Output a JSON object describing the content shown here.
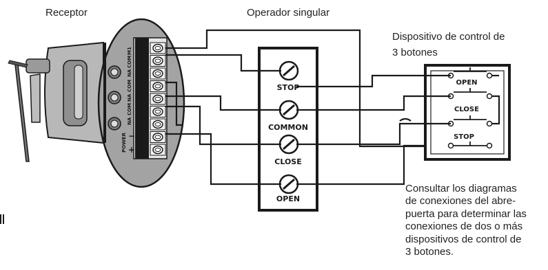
{
  "labels": {
    "receiver": "Receptor",
    "operator": "Operador singular",
    "control_line1": "Dispositivo de control de",
    "control_line2": "3 botones"
  },
  "operator_terminals": {
    "stop": "STOP",
    "common": "COMMON",
    "close": "CLOSE",
    "open": "OPEN"
  },
  "control_buttons": {
    "open": "OPEN",
    "close": "CLOSE",
    "stop": "STOP"
  },
  "receiver_labels": {
    "m1": "M1",
    "com": "COM",
    "na": "NA",
    "power": "POWER",
    "minus": "−",
    "plus": "+"
  },
  "note_lines": [
    "Consultar los diagramas",
    "de conexiones del abre-",
    "puerta para determinar las",
    "conexiones de dos o más",
    "dispositivos de control  de",
    "3 botones."
  ],
  "colors": {
    "ink": "#1a1a1a",
    "receiver_fill": "#9a9a9a",
    "terminal_fill": "#f2f2f2"
  }
}
